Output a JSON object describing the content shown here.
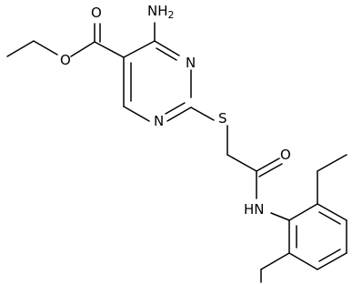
{
  "molecule": {
    "atoms": {
      "amino": {
        "text": "NH",
        "sub": "2"
      },
      "ring_n_top": "N",
      "ring_n_bottom": "N",
      "ester_o_double": "O",
      "ester_o_single": "O",
      "thioether_s": "S",
      "amide_o": "O",
      "amide_nh": "HN"
    }
  }
}
